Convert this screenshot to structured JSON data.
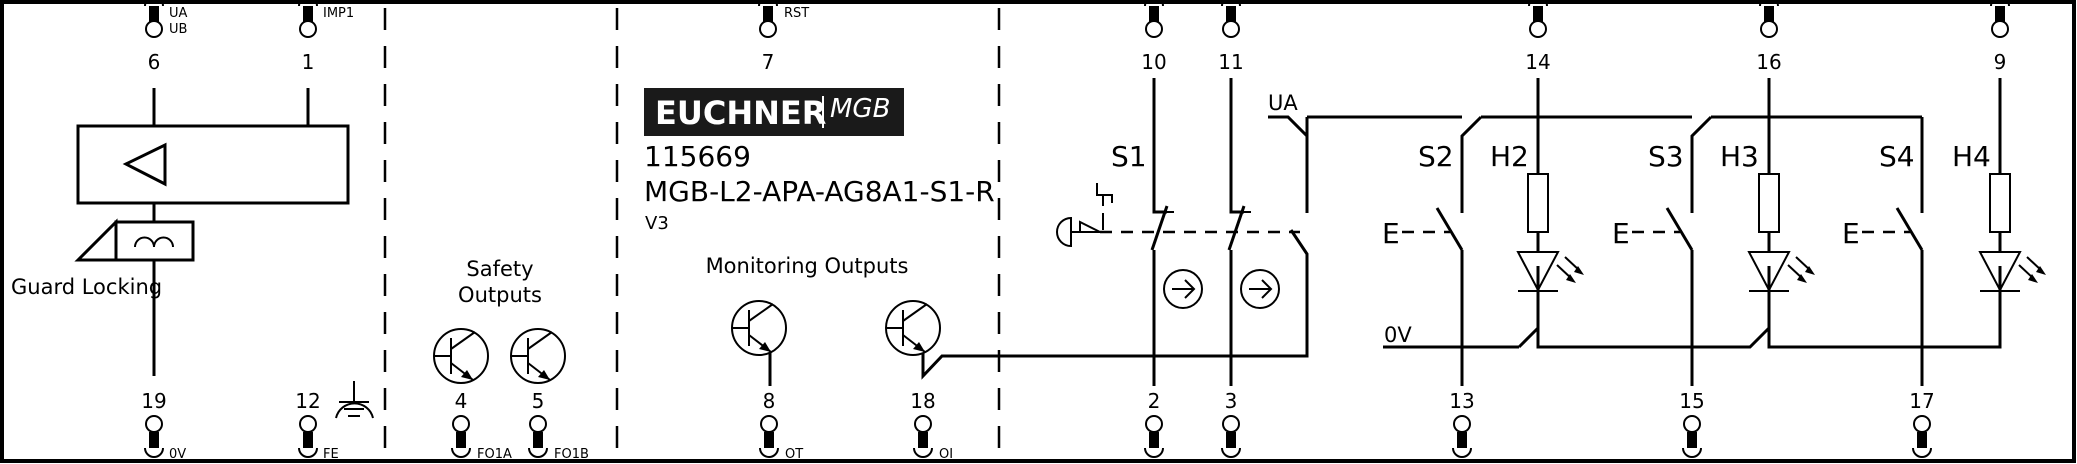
{
  "diagram": {
    "title": "Wiring diagram EUCHNER MGB",
    "colors": {
      "line": "#000000",
      "background": "#ffffff",
      "logo_bg": "#1a1a1a",
      "logo_text": "#ffffff"
    },
    "logo": {
      "brand": "EUCHNER",
      "product": "MGB"
    },
    "product": {
      "order_number": "115669",
      "type_code": "MGB-L2-APA-AG8A1-S1-R",
      "version": "V3"
    },
    "sections": {
      "guard_locking": "Guard Locking",
      "safety_outputs_line1": "Safety",
      "safety_outputs_line2": "Outputs",
      "monitoring_outputs": "Monitoring Outputs"
    },
    "terminals_top": [
      {
        "num": "6",
        "signal_1": "UA",
        "signal_2": "UB"
      },
      {
        "num": "1",
        "signal_1": "IMP1",
        "signal_2": ""
      },
      {
        "num": "7",
        "signal_1": "RST",
        "signal_2": ""
      },
      {
        "num": "10",
        "signal_1": "",
        "signal_2": ""
      },
      {
        "num": "11",
        "signal_1": "",
        "signal_2": ""
      },
      {
        "num": "14",
        "signal_1": "",
        "signal_2": ""
      },
      {
        "num": "16",
        "signal_1": "",
        "signal_2": ""
      },
      {
        "num": "9",
        "signal_1": "",
        "signal_2": ""
      }
    ],
    "terminals_bottom": [
      {
        "num": "19",
        "signal": "0V"
      },
      {
        "num": "12",
        "signal": "FE"
      },
      {
        "num": "4",
        "signal": "FO1A"
      },
      {
        "num": "5",
        "signal": "FO1B"
      },
      {
        "num": "8",
        "signal": "OT"
      },
      {
        "num": "18",
        "signal": "OI"
      },
      {
        "num": "2",
        "signal": ""
      },
      {
        "num": "3",
        "signal": ""
      },
      {
        "num": "13",
        "signal": ""
      },
      {
        "num": "15",
        "signal": ""
      },
      {
        "num": "17",
        "signal": ""
      }
    ],
    "components": {
      "s1": "S1",
      "s2": "S2",
      "s3": "S3",
      "s4": "S4",
      "h2": "H2",
      "h3": "H3",
      "h4": "H4",
      "e_label": "E",
      "ua_bus": "UA",
      "zero_v_bus": "0V"
    },
    "icons": [
      "terminal-connector-icon",
      "amplifier-triangle-icon",
      "solenoid-coil-icon",
      "transistor-icon",
      "earth-ground-icon",
      "emergency-stop-icon",
      "direction-arrow-icon",
      "led-icon",
      "resistor-icon"
    ]
  }
}
